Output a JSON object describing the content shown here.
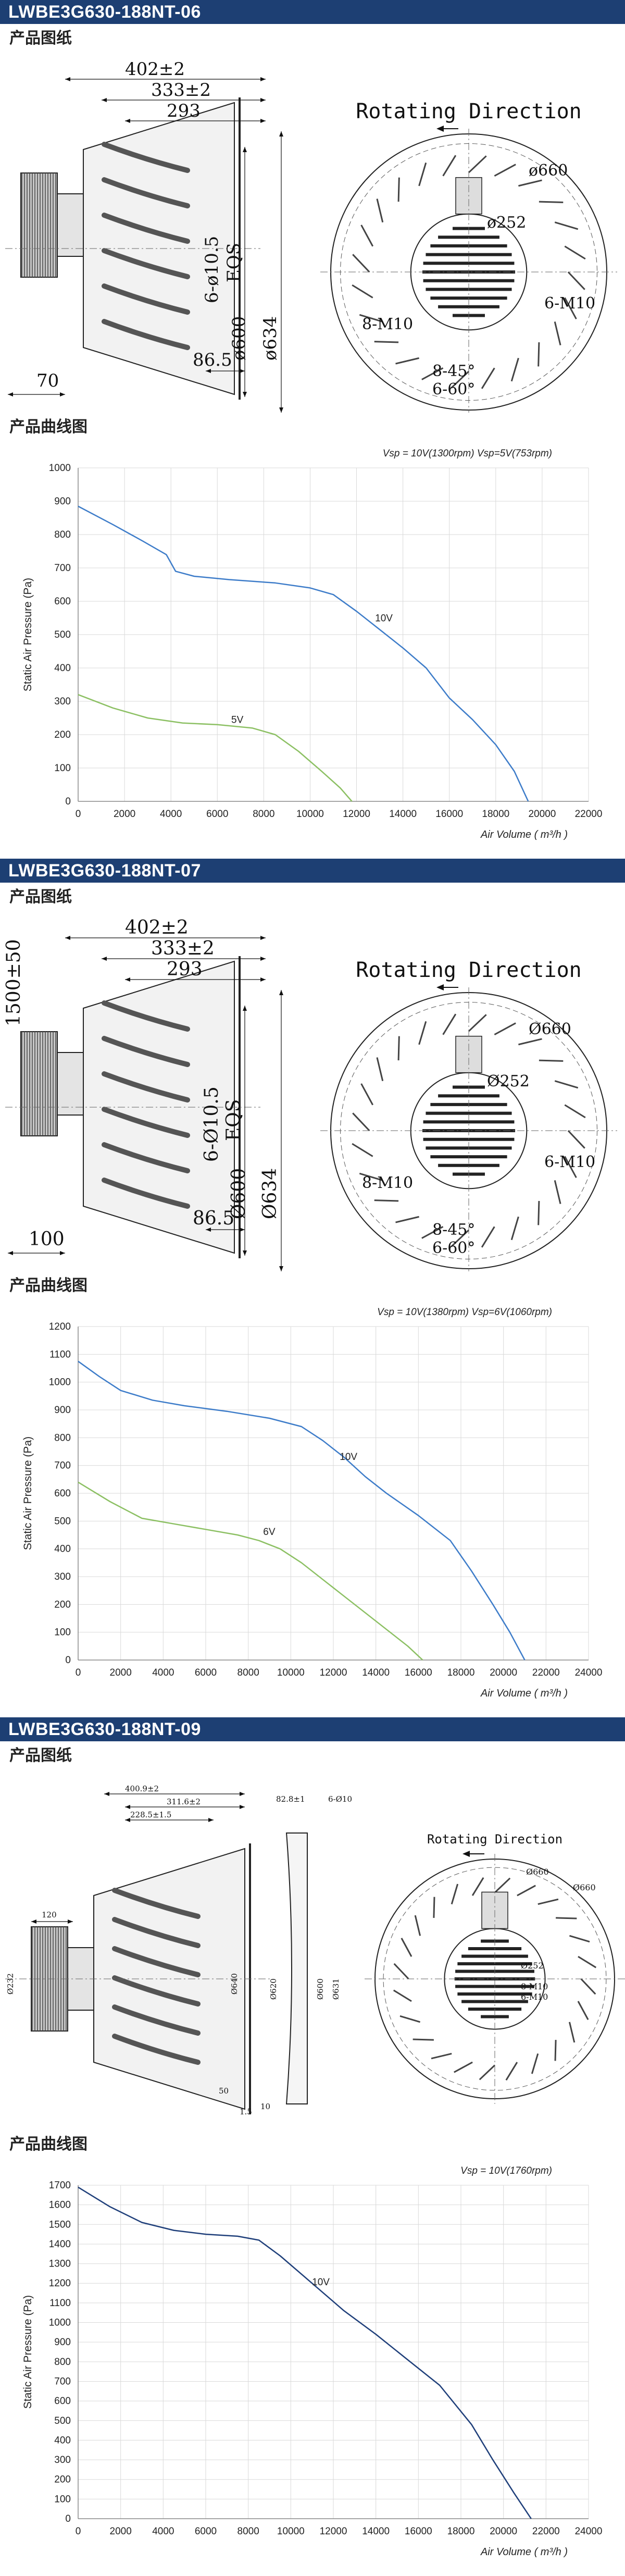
{
  "sections": [
    {
      "model": "LWBE3G630-188NT-06",
      "drawing_title": "产品图纸",
      "curve_title": "产品曲线图",
      "drawing": {
        "variant": "a",
        "dims": [
          "402±2",
          "333±2",
          "293",
          "6-ø10.5",
          "EQS",
          "ø600",
          "ø634",
          "86.5",
          "70"
        ],
        "rotating": "Rotating Direction",
        "front_labels": [
          "ø660",
          "ø252",
          "6-M10",
          "8-M10",
          "8-45°",
          "6-60°"
        ]
      },
      "chart_data": {
        "type": "line",
        "note": "Vsp = 10V(1300rpm)    Vsp=5V(753rpm)",
        "xlabel": "Air Volume ( m³/h )",
        "ylabel": "Static Air Pressure  (Pa)",
        "xlim": [
          0,
          22000
        ],
        "ylim": [
          0,
          1000
        ],
        "xticks": [
          "0",
          "2000",
          "4000",
          "6000",
          "8000",
          "10000",
          "12000",
          "14000",
          "16000",
          "18000",
          "20000",
          "22000"
        ],
        "yticks": [
          "0",
          "100",
          "200",
          "300",
          "400",
          "500",
          "600",
          "700",
          "800",
          "900",
          "1000"
        ],
        "grid": true,
        "series": [
          {
            "name": "10V",
            "color": "#3d7cc9",
            "x": [
              0,
              1500,
              2800,
              3800,
              4200,
              5000,
              6500,
              8500,
              10000,
              11000,
              12000,
              13000,
              14000,
              15000,
              16000,
              17000,
              18000,
              18800,
              19400
            ],
            "y": [
              885,
              830,
              780,
              740,
              690,
              675,
              665,
              655,
              640,
              620,
              570,
              515,
              460,
              400,
              310,
              245,
              170,
              90,
              0
            ]
          },
          {
            "name": "5V",
            "color": "#8cc063",
            "x": [
              0,
              1500,
              3000,
              4500,
              6000,
              7500,
              8500,
              9500,
              10500,
              11300,
              11800
            ],
            "y": [
              320,
              280,
              250,
              235,
              230,
              220,
              200,
              150,
              90,
              40,
              0
            ]
          }
        ],
        "label_pos": [
          {
            "text": "10V",
            "x": 12800,
            "y": 540
          },
          {
            "text": "5V",
            "x": 6600,
            "y": 235
          }
        ]
      }
    },
    {
      "model": "LWBE3G630-188NT-07",
      "drawing_title": "产品图纸",
      "curve_title": "产品曲线图",
      "drawing": {
        "variant": "b",
        "dims": [
          "402±2",
          "333±2",
          "293",
          "6-Ø10.5",
          "EQS",
          "Ø600",
          "Ø634",
          "86.5",
          "100",
          "1500±50"
        ],
        "rotating": "Rotating Direction",
        "front_labels": [
          "Ø660",
          "Ø252",
          "6-M10",
          "8-M10",
          "8-45°",
          "6-60°"
        ]
      },
      "chart_data": {
        "type": "line",
        "note": "Vsp = 10V(1380rpm)    Vsp=6V(1060rpm)",
        "xlabel": "Air Volume ( m³/h )",
        "ylabel": "Static Air Pressure  (Pa)",
        "xlim": [
          0,
          24000
        ],
        "ylim": [
          0,
          1200
        ],
        "xticks": [
          "0",
          "2000",
          "4000",
          "6000",
          "8000",
          "10000",
          "12000",
          "14000",
          "16000",
          "18000",
          "20000",
          "22000",
          "24000"
        ],
        "yticks": [
          "0",
          "100",
          "200",
          "300",
          "400",
          "500",
          "600",
          "700",
          "800",
          "900",
          "1000",
          "1100",
          "1200"
        ],
        "grid": true,
        "series": [
          {
            "name": "10V",
            "color": "#3d7cc9",
            "x": [
              0,
              1000,
              2000,
              3500,
              5000,
              7000,
              9000,
              10500,
              11500,
              12500,
              13500,
              14500,
              16000,
              17500,
              18500,
              19500,
              20300,
              21000
            ],
            "y": [
              1075,
              1020,
              970,
              935,
              915,
              895,
              870,
              840,
              790,
              730,
              660,
              600,
              520,
              430,
              320,
              200,
              100,
              0
            ]
          },
          {
            "name": "6V",
            "color": "#8cc063",
            "x": [
              0,
              1500,
              3000,
              4500,
              6000,
              7500,
              8500,
              9500,
              10500,
              11500,
              12500,
              13500,
              14500,
              15500,
              16200
            ],
            "y": [
              640,
              570,
              510,
              490,
              470,
              450,
              430,
              400,
              350,
              290,
              230,
              170,
              110,
              50,
              0
            ]
          }
        ],
        "label_pos": [
          {
            "text": "10V",
            "x": 12300,
            "y": 720
          },
          {
            "text": "6V",
            "x": 8700,
            "y": 450
          }
        ]
      }
    },
    {
      "model": "LWBE3G630-188NT-09",
      "drawing_title": "产品图纸",
      "curve_title": "产品曲线图",
      "drawing": {
        "variant": "c",
        "dims": [
          "400.9±2",
          "311.6±2",
          "228.5±1.5",
          "120",
          "Ø232",
          "Ø640",
          "82.8±1",
          "6-Ø10",
          "Ø620",
          "Ø600",
          "Ø631",
          "50",
          "1.5",
          "10"
        ],
        "rotating": "Rotating Direction",
        "front_labels": [
          "Ø660",
          "Ø660",
          "Ø252",
          "8-M10",
          "6-M10"
        ]
      },
      "chart_data": {
        "type": "line",
        "note": "Vsp = 10V(1760rpm)",
        "xlabel": "Air Volume ( m³/h )",
        "ylabel": "Static Air Pressure  (Pa)",
        "xlim": [
          0,
          24000
        ],
        "ylim": [
          0,
          1700
        ],
        "xticks": [
          "0",
          "2000",
          "4000",
          "6000",
          "8000",
          "10000",
          "12000",
          "14000",
          "16000",
          "18000",
          "20000",
          "22000",
          "24000"
        ],
        "yticks": [
          "0",
          "100",
          "200",
          "300",
          "400",
          "500",
          "600",
          "700",
          "800",
          "900",
          "1000",
          "1100",
          "1200",
          "1300",
          "1400",
          "1500",
          "1600",
          "1700"
        ],
        "grid": true,
        "series": [
          {
            "name": "10V",
            "color": "#1f3f7a",
            "x": [
              0,
              1500,
              3000,
              4500,
              6000,
              7500,
              8500,
              9500,
              11000,
              12500,
              14000,
              15500,
              17000,
              18500,
              19500,
              20500,
              21300
            ],
            "y": [
              1690,
              1590,
              1510,
              1470,
              1450,
              1440,
              1420,
              1340,
              1200,
              1060,
              940,
              810,
              680,
              480,
              300,
              130,
              0
            ]
          }
        ],
        "label_pos": [
          {
            "text": "10V",
            "x": 11000,
            "y": 1190
          }
        ]
      }
    }
  ]
}
